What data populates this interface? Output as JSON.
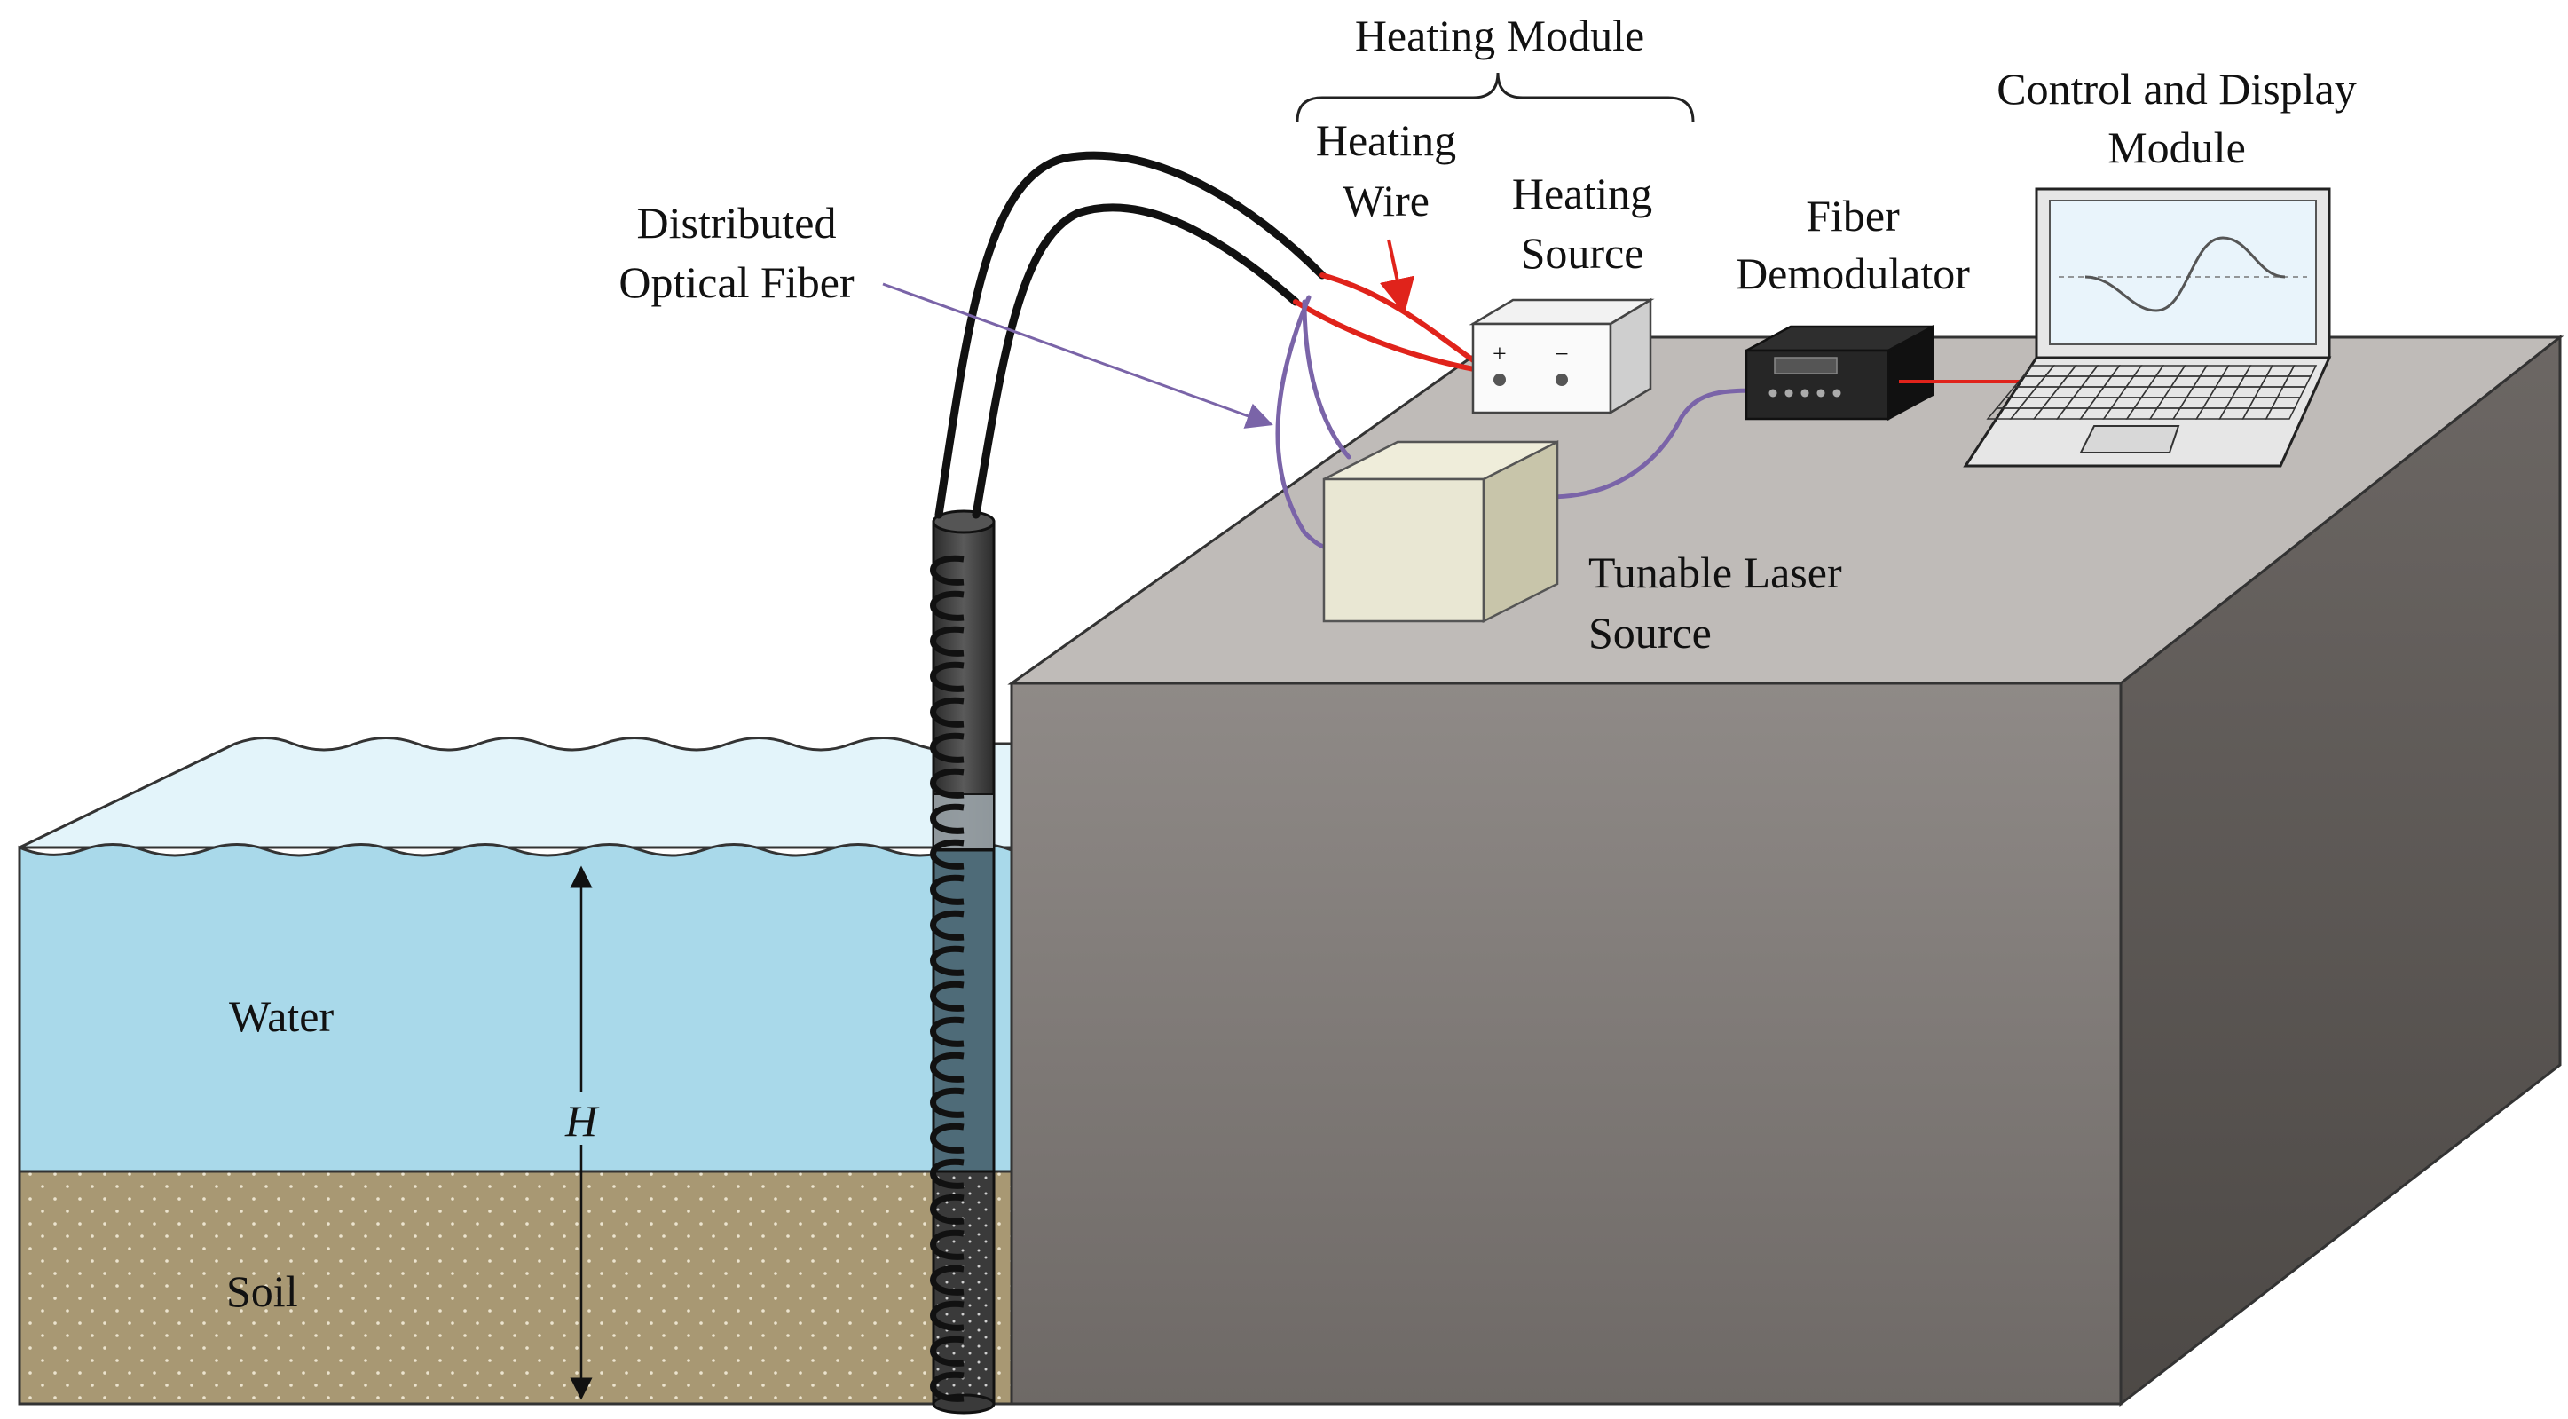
{
  "labels": {
    "heating_module": "Heating Module",
    "heating_wire_1": "Heating",
    "heating_wire_2": "Wire",
    "heating_source_1": "Heating",
    "heating_source_2": "Source",
    "distributed_fiber_1": "Distributed",
    "distributed_fiber_2": "Optical Fiber",
    "fiber_demod_1": "Fiber",
    "fiber_demod_2": "Demodulator",
    "control_display_1": "Control and Display",
    "control_display_2": "Module",
    "tunable_laser_1": "Tunable Laser",
    "tunable_laser_2": "Source",
    "water": "Water",
    "soil": "Soil",
    "height_symbol": "H",
    "plus_terminal": "+",
    "minus_terminal": "−"
  },
  "colors": {
    "water": "#a9d9ea",
    "water_top": "#e3f4fa",
    "soil": "#a89873",
    "block_top": "#bfbbb8",
    "block_front": "#7d7875",
    "block_side": "#5e5956",
    "heating_wire": "#e0231b",
    "optical_fiber": "#7a64a8",
    "cable": "#111111"
  }
}
